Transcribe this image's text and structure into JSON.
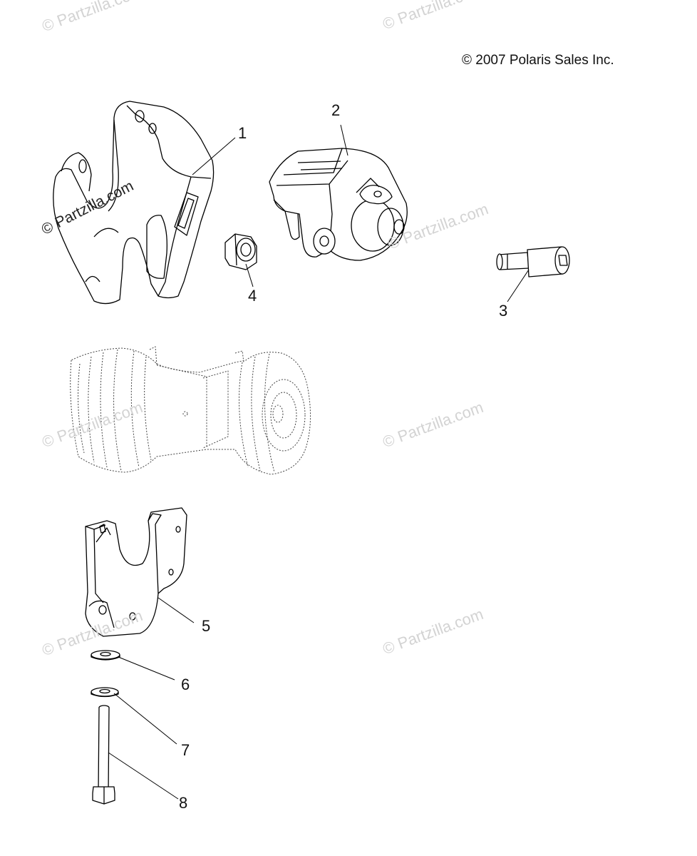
{
  "copyright": "© 2007 Polaris Sales Inc.",
  "watermark": "© Partzilla.com",
  "callouts": [
    "1",
    "2",
    "3",
    "4",
    "5",
    "6",
    "7",
    "8"
  ],
  "colors": {
    "line": "#000000",
    "watermark": "#d3d3d3",
    "background": "#ffffff"
  }
}
